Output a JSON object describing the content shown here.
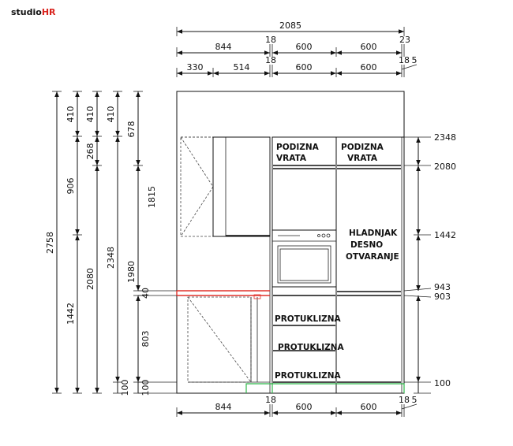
{
  "brand": {
    "prefix": "studio",
    "accent": "HR",
    "accent_color": "#d9231d"
  },
  "top_dims": {
    "overall": "2085",
    "row2": [
      "844",
      "18",
      "600",
      "600",
      "23"
    ],
    "row3": [
      "330",
      "514",
      "18",
      "600",
      "600",
      "18",
      "5"
    ]
  },
  "bottom_dims": [
    "844",
    "18",
    "600",
    "600",
    "18",
    "5"
  ],
  "left_dims": {
    "total": "2758",
    "col2": [
      "410",
      "906",
      "1442"
    ],
    "col3": [
      "410",
      "268",
      "2080"
    ],
    "col4": [
      "410",
      "2348",
      "100"
    ],
    "col5": [
      "678",
      "1815",
      "1980",
      "40",
      "803",
      "100"
    ]
  },
  "right_dims": [
    "2348",
    "2080",
    "1442",
    "943",
    "903",
    "100"
  ],
  "labels": {
    "top_left_cabinet": [
      "PODIZNA",
      "VRATA"
    ],
    "top_right_cabinet": [
      "PODIZNA",
      "VRATA"
    ],
    "fridge": [
      "HLADNJAK",
      "DESNO",
      "OTVARANJE"
    ],
    "drawers": [
      "PROTUKLIZNA",
      "PROTUKLIZNA",
      "PROTUKLIZNA"
    ]
  },
  "colors": {
    "red": "#e0322b",
    "green": "#2fb84a",
    "line": "#111111"
  }
}
